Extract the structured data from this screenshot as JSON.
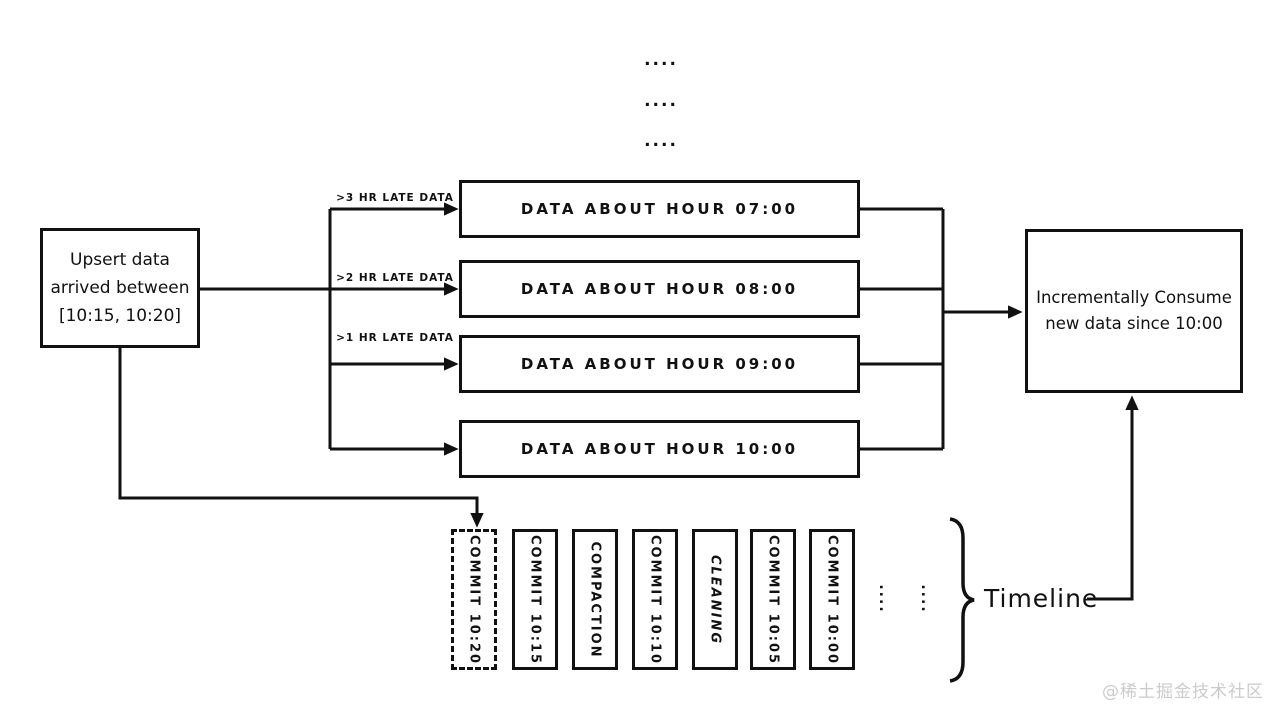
{
  "diagram": {
    "ellipsis_top": [
      "....",
      "....",
      "...."
    ],
    "upsert_box": {
      "lines": [
        "Upsert data",
        "arrived between",
        "[10:15, 10:20]"
      ]
    },
    "late_labels": [
      ">3 HR LATE DATA",
      ">2 HR LATE DATA",
      ">1 HR LATE DATA"
    ],
    "hour_boxes": [
      "DATA ABOUT HOUR 07:00",
      "DATA ABOUT HOUR 08:00",
      "DATA ABOUT HOUR 09:00",
      "DATA ABOUT HOUR 10:00"
    ],
    "consume_box": {
      "lines": [
        "Incrementally Consume",
        "new data since 10:00"
      ]
    },
    "timeline": {
      "items": [
        {
          "label": "COMMIT 10:20",
          "style": "dashed"
        },
        {
          "label": "COMMIT 10:15",
          "style": "solid"
        },
        {
          "label": "COMPACTION",
          "style": "solid"
        },
        {
          "label": "COMMIT 10:10",
          "style": "solid"
        },
        {
          "label": "CLEANING",
          "style": "solid-italic"
        },
        {
          "label": "COMMIT 10:05",
          "style": "solid"
        },
        {
          "label": "COMMIT 10:00",
          "style": "solid"
        }
      ],
      "ellipsis": [
        "....",
        "...."
      ],
      "label": "Timeline"
    },
    "colors": {
      "ink": "#111111",
      "background": "#ffffff",
      "watermark": "#cbcbcb"
    }
  },
  "watermark": "@稀土掘金技术社区"
}
